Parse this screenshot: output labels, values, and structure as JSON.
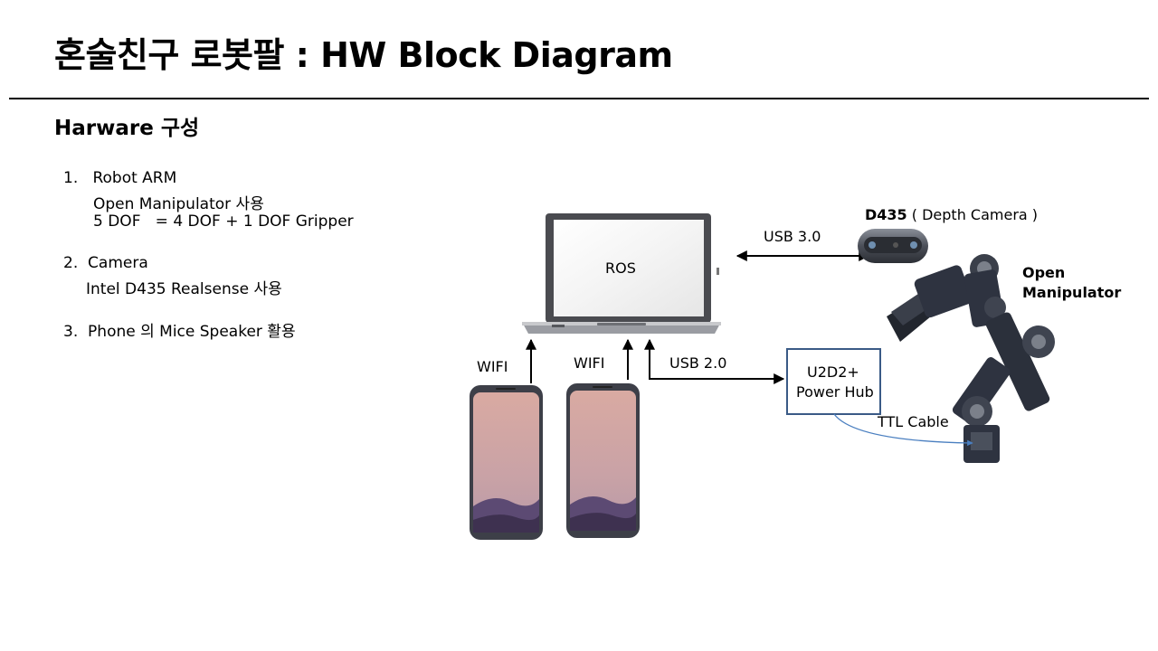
{
  "title": "혼술친구 로봇팔 : HW Block Diagram",
  "subtitle": "Harware 구성",
  "hardware_list": [
    {
      "number": "1.",
      "heading": "Robot ARM",
      "details": [
        "Open Manipulator 사용",
        "5 DOF   = 4 DOF + 1 DOF Gripper"
      ]
    },
    {
      "number": "2.",
      "heading": "Camera",
      "details": [
        "Intel D435 Realsense 사용"
      ]
    },
    {
      "number": "3.",
      "heading": "Phone 의 Mice Speaker 활용",
      "details": []
    }
  ],
  "diagram": {
    "laptop_label": "ROS",
    "usb30_label": "USB 3.0",
    "camera_name": "D435",
    "camera_desc": "( Depth Camera )",
    "manipulator_label_line1": "Open",
    "manipulator_label_line2": "Manipulator",
    "wifi_label_1": "WIFI",
    "wifi_label_2": "WIFI",
    "usb20_label": "USB 2.0",
    "hub_line1": "U2D2+",
    "hub_line2": "Power Hub",
    "cable_label": "TTL Cable"
  },
  "colors": {
    "hub_border": "#3a5a86",
    "cable_line": "#4a7fc0",
    "phone_body": "#3d3f48",
    "phone_screen_top": "#d8a9a3",
    "phone_screen_mid": "#c4a0a8",
    "phone_hill": "#5c4a73",
    "laptop_frame": "#4a4b50",
    "robot_dark": "#2e3340",
    "camera_body": "#4b4f58"
  }
}
